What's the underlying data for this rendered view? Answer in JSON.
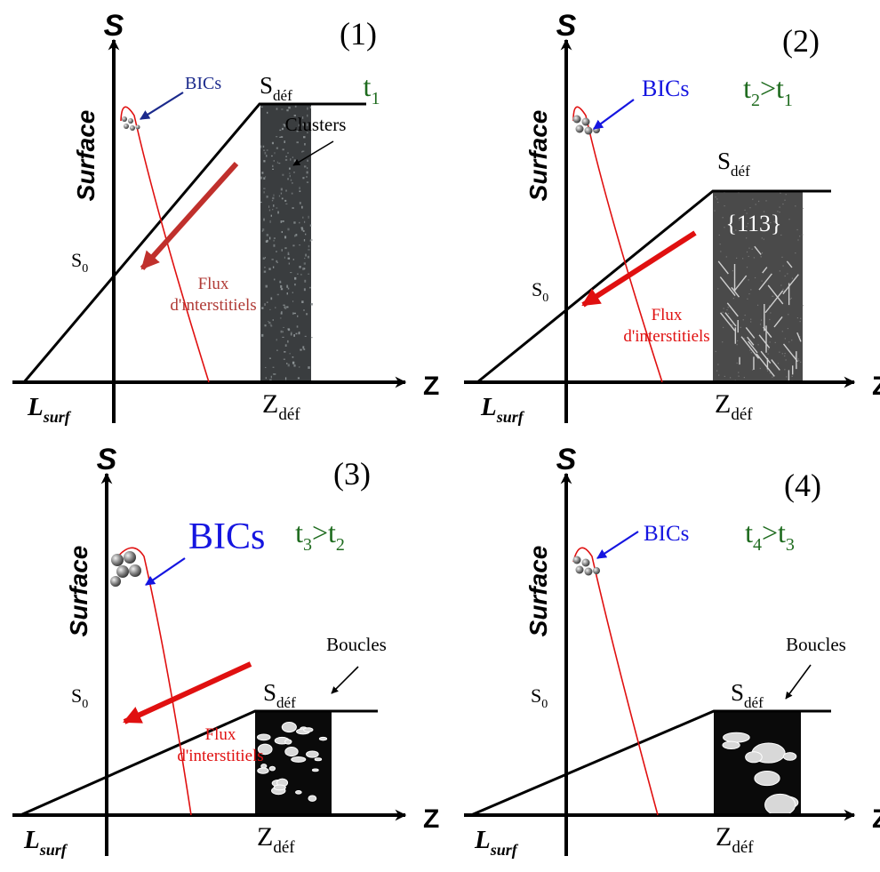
{
  "panels": [
    {
      "number": "(1)",
      "time": {
        "base": "t",
        "sub": "1",
        "rest": "",
        "rest_sub": ""
      },
      "bics_label": "BICs",
      "bics_color": "#1b2a8c",
      "micro_label": "Clusters",
      "micro_kind": "clusters",
      "flux": [
        "Flux",
        "d'interstitiels"
      ],
      "flux_color": "#b03a35"
    },
    {
      "number": "(2)",
      "time": {
        "base": "t",
        "sub": "2",
        "rest": ">t",
        "rest_sub": "1"
      },
      "bics_label": "BICs",
      "bics_color": "#1515e0",
      "micro_label": "{113}",
      "micro_kind": "rods",
      "flux": [
        "Flux",
        "d'interstitiels"
      ],
      "flux_color": "#e01010"
    },
    {
      "number": "(3)",
      "time": {
        "base": "t",
        "sub": "3",
        "rest": ">t",
        "rest_sub": "2"
      },
      "bics_label": "BICs",
      "bics_color": "#1515e0",
      "micro_label": "Boucles",
      "micro_kind": "loops-small",
      "flux": [
        "Flux",
        "d'interstitiels"
      ],
      "flux_color": "#e01010"
    },
    {
      "number": "(4)",
      "time": {
        "base": "t",
        "sub": "4",
        "rest": ">t",
        "rest_sub": "3"
      },
      "bics_label": "BICs",
      "bics_color": "#1515e0",
      "micro_label": "Boucles",
      "micro_kind": "loops-large",
      "flux": [],
      "flux_color": "#e01010"
    }
  ],
  "axes": {
    "y_letter": "S",
    "y_title": "Surface",
    "x_letter": "Z",
    "s0": "S",
    "s0_sub": "0",
    "sdef": "S",
    "sdef_sub": "déf",
    "zdef": "Z",
    "zdef_sub": "déf",
    "lsurf": "L",
    "lsurf_sub": "surf"
  },
  "colors": {
    "time_label": "#1e6b1e",
    "profile_curve": "#e01010",
    "axes": "#000000"
  }
}
